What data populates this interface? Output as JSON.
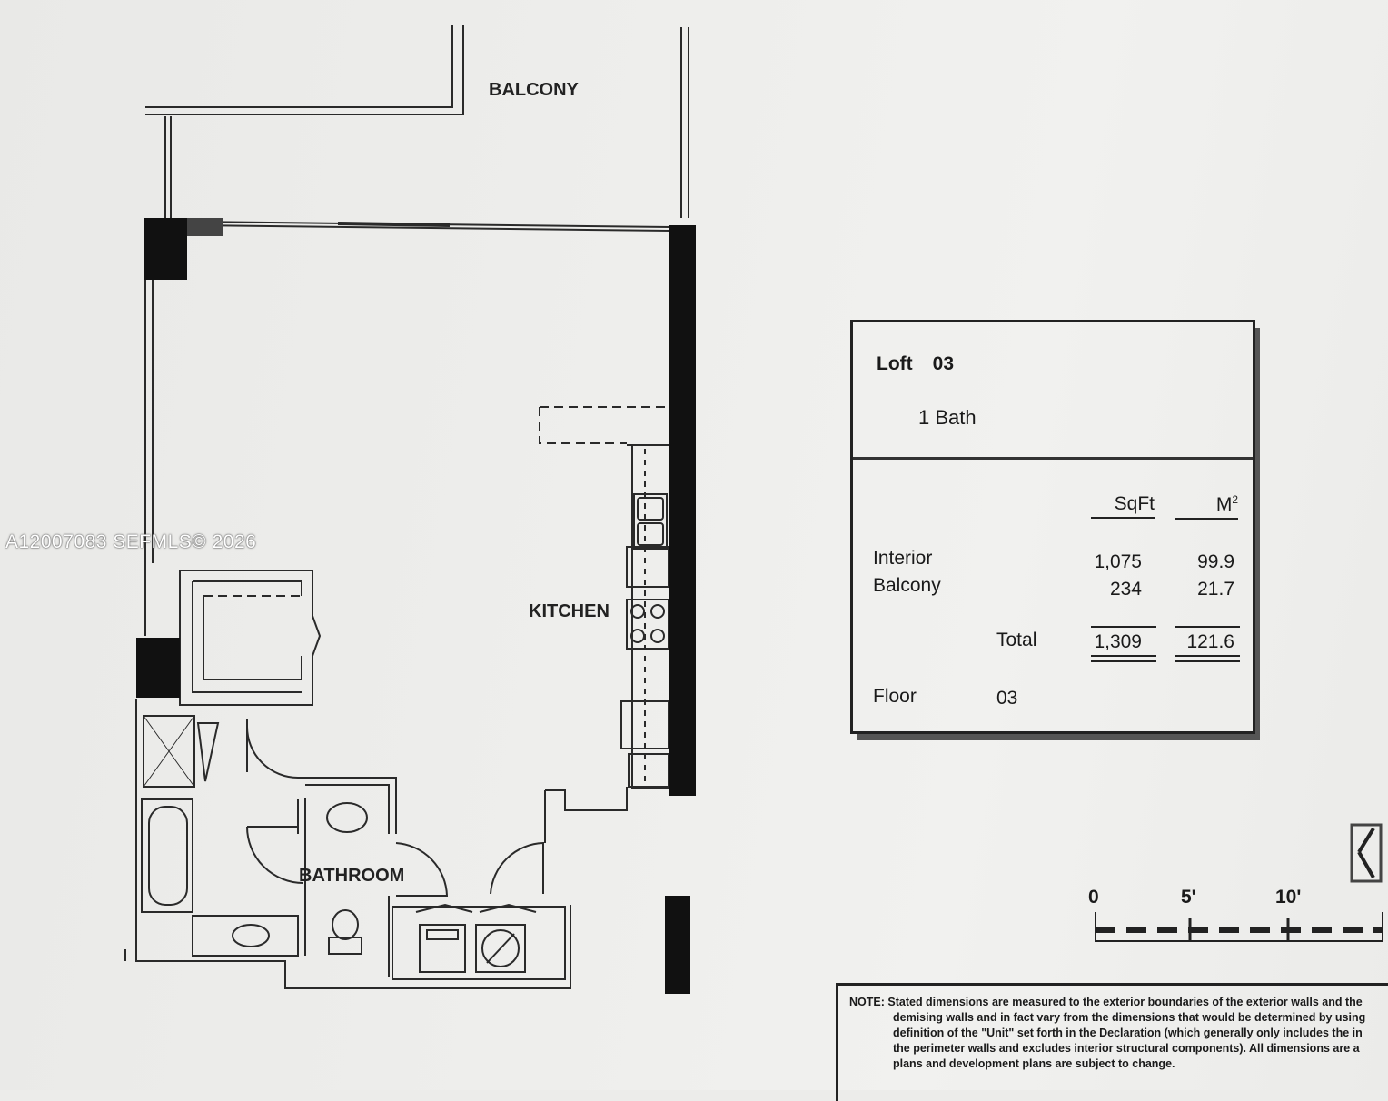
{
  "rooms": {
    "balcony": "BALCONY",
    "kitchen": "KITCHEN",
    "bathroom": "BATHROOM"
  },
  "watermark": "A12007083  SEFMLS© 2026",
  "unit": {
    "name": "Loft",
    "number": "03",
    "baths": "1 Bath"
  },
  "areas": {
    "col_sqft": "SqFt",
    "col_m2": "M",
    "col_m2_sup": "2",
    "rows": [
      {
        "label": "Interior",
        "sqft": "1,075",
        "m2": "99.9"
      },
      {
        "label": "Balcony",
        "sqft": "234",
        "m2": "21.7"
      }
    ],
    "total_label": "Total",
    "total_sqft": "1,309",
    "total_m2": "121.6",
    "floor_label": "Floor",
    "floor_value": "03"
  },
  "scale": {
    "zero": "0",
    "five": "5'",
    "ten": "10'"
  },
  "note": {
    "lead": "NOTE:",
    "line1": "Stated dimensions are measured to the exterior boundaries of the exterior walls and the",
    "line2": "demising walls and in fact vary from the dimensions that would be determined by using",
    "line3": "definition of the \"Unit\" set forth in the Declaration (which generally only includes the in",
    "line4": "the perimeter walls and excludes interior structural components). All dimensions are a",
    "line5": "plans and development plans are subject to change."
  }
}
